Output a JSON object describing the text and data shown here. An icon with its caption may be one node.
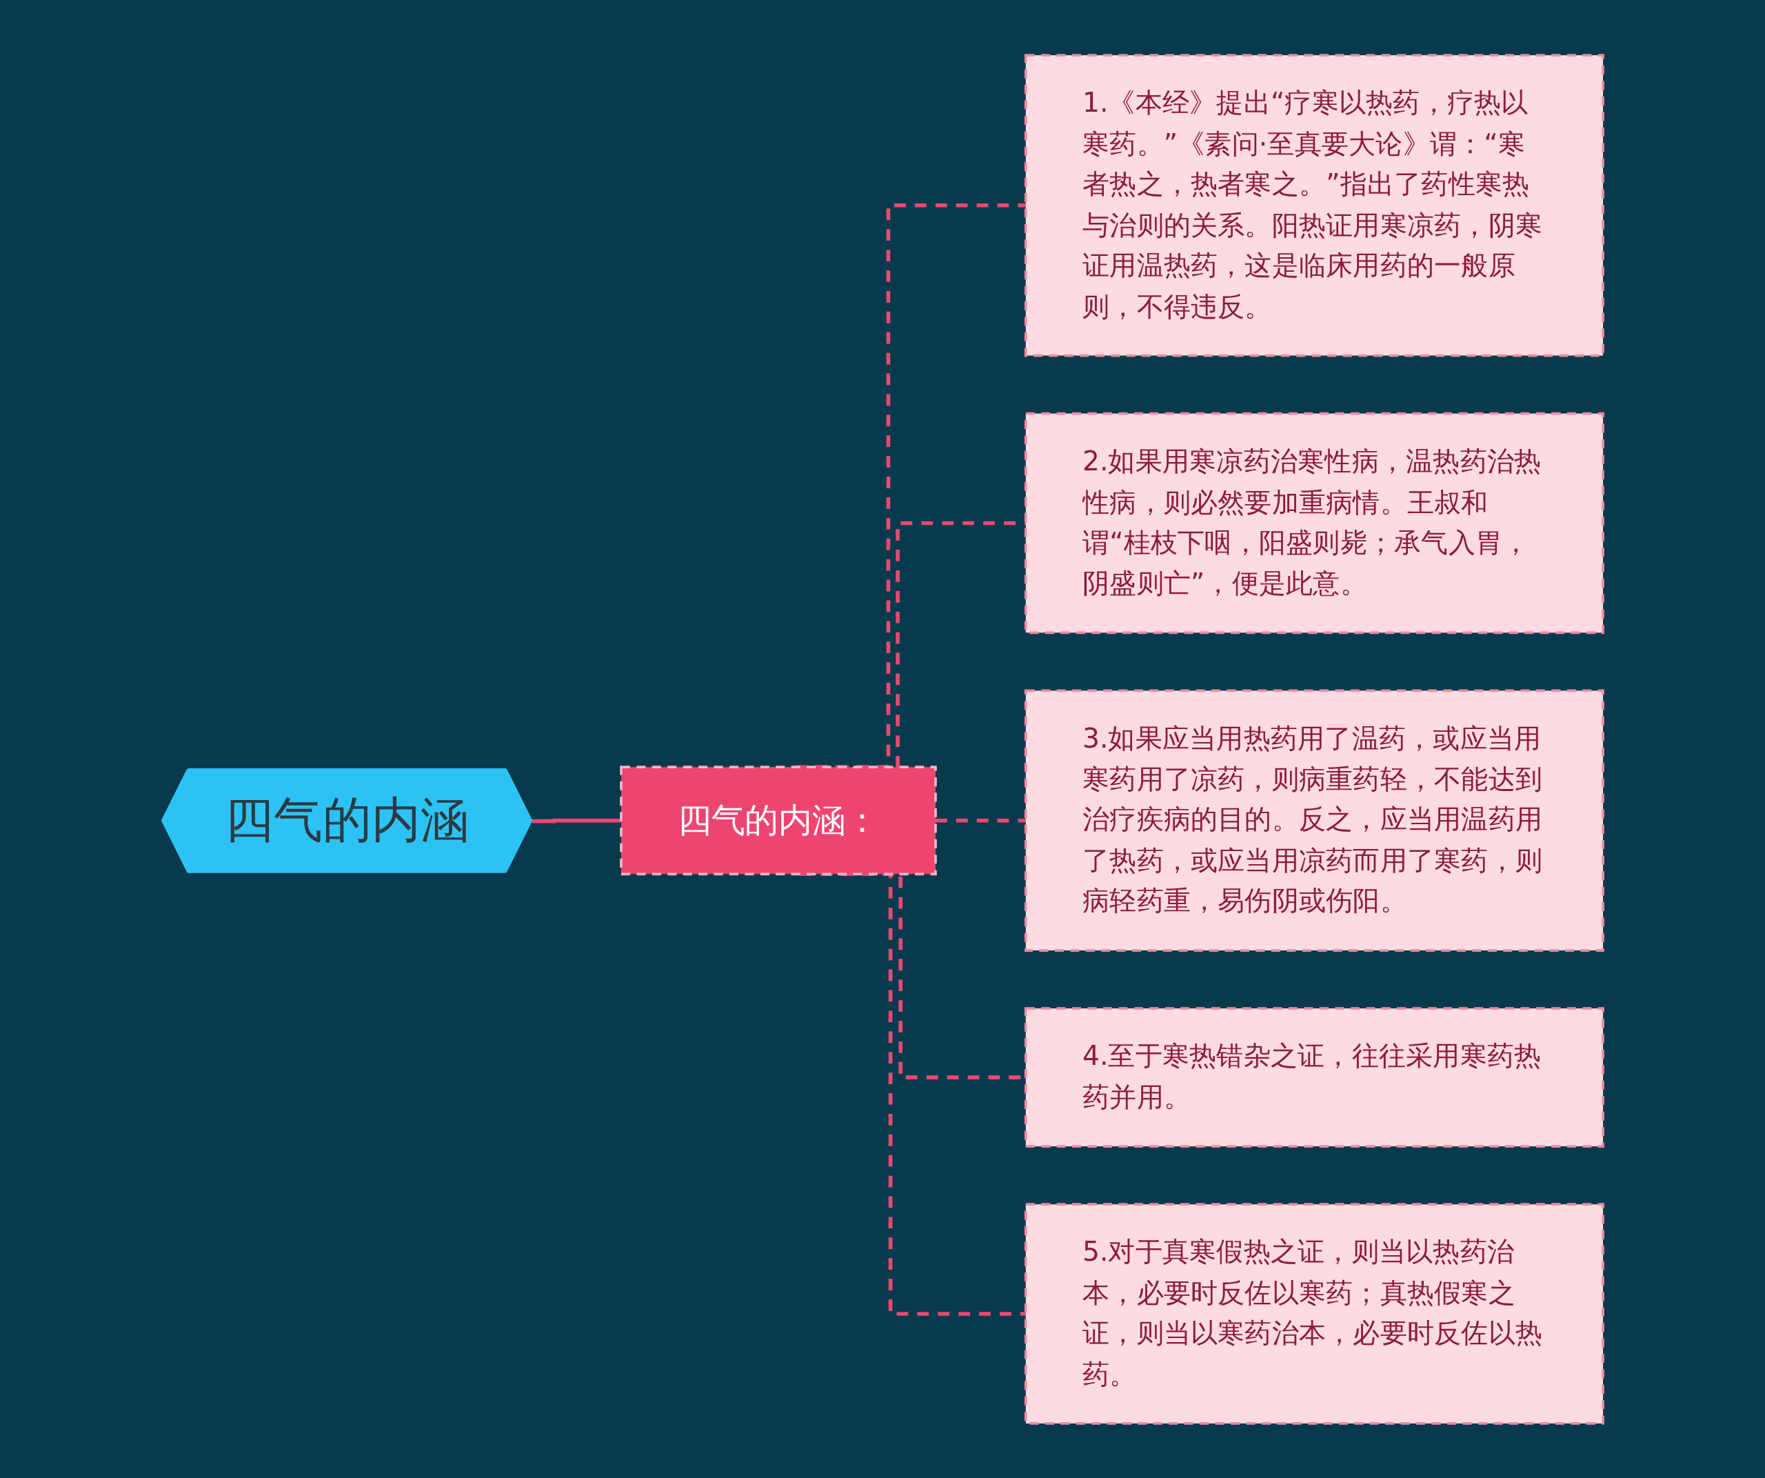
{
  "diagram": {
    "nodes": [
      {
        "text": [
          "四气的内涵"
        ]
      },
      {
        "text": [
          "四气的内涵："
        ]
      },
      {
        "text": [
          "1.《本经》提出“疗寒以热药，疗热以寒药。”《素问·至真要大论》谓：“寒者热之，热者寒之。”指出了药性寒热与治则的关系。阳热证用寒凉药，阴寒证用温热药，这是临床用药的一般原则，不得违反。"
        ]
      },
      {
        "text": [
          "2.如果用寒凉药治寒性病，温热药治热性病，则必然要加重病情。王叔和谓“桂枝下咽，阳盛则毙；承气入胃，阴盛则亡”，便是此意。"
        ]
      },
      {
        "text": [
          "3.如果应当用热药用了温药，或应当用寒药用了凉药，则病重药轻，不能达到治疗疾病的目的。反之，应当用温药用了热药，或应当用凉药而用了寒药，则病轻药重，易伤阴或伤阳。"
        ]
      },
      {
        "text": [
          "4.至于寒热错杂之证，往往采用寒药热药并用。"
        ]
      },
      {
        "text": [
          "5.对于真寒假热之证，则当以热药治本，必要时反佐以寒药；真热假寒之证，则当以寒药治本，必要时反佐以热药。"
        ]
      }
    ],
    "edges": [
      {
        "from": 0,
        "to": 1,
        "arrow": "none"
      },
      {
        "from": 1,
        "to": 2,
        "arrow": "none",
        "style": "dashed"
      },
      {
        "from": 1,
        "to": 3,
        "arrow": "none",
        "style": "dashed"
      },
      {
        "from": 1,
        "to": 4,
        "arrow": "none",
        "style": "dashed"
      },
      {
        "from": 1,
        "to": 5,
        "arrow": "none",
        "style": "dashed"
      },
      {
        "from": 1,
        "to": 6,
        "arrow": "none",
        "style": "dashed"
      }
    ]
  }
}
